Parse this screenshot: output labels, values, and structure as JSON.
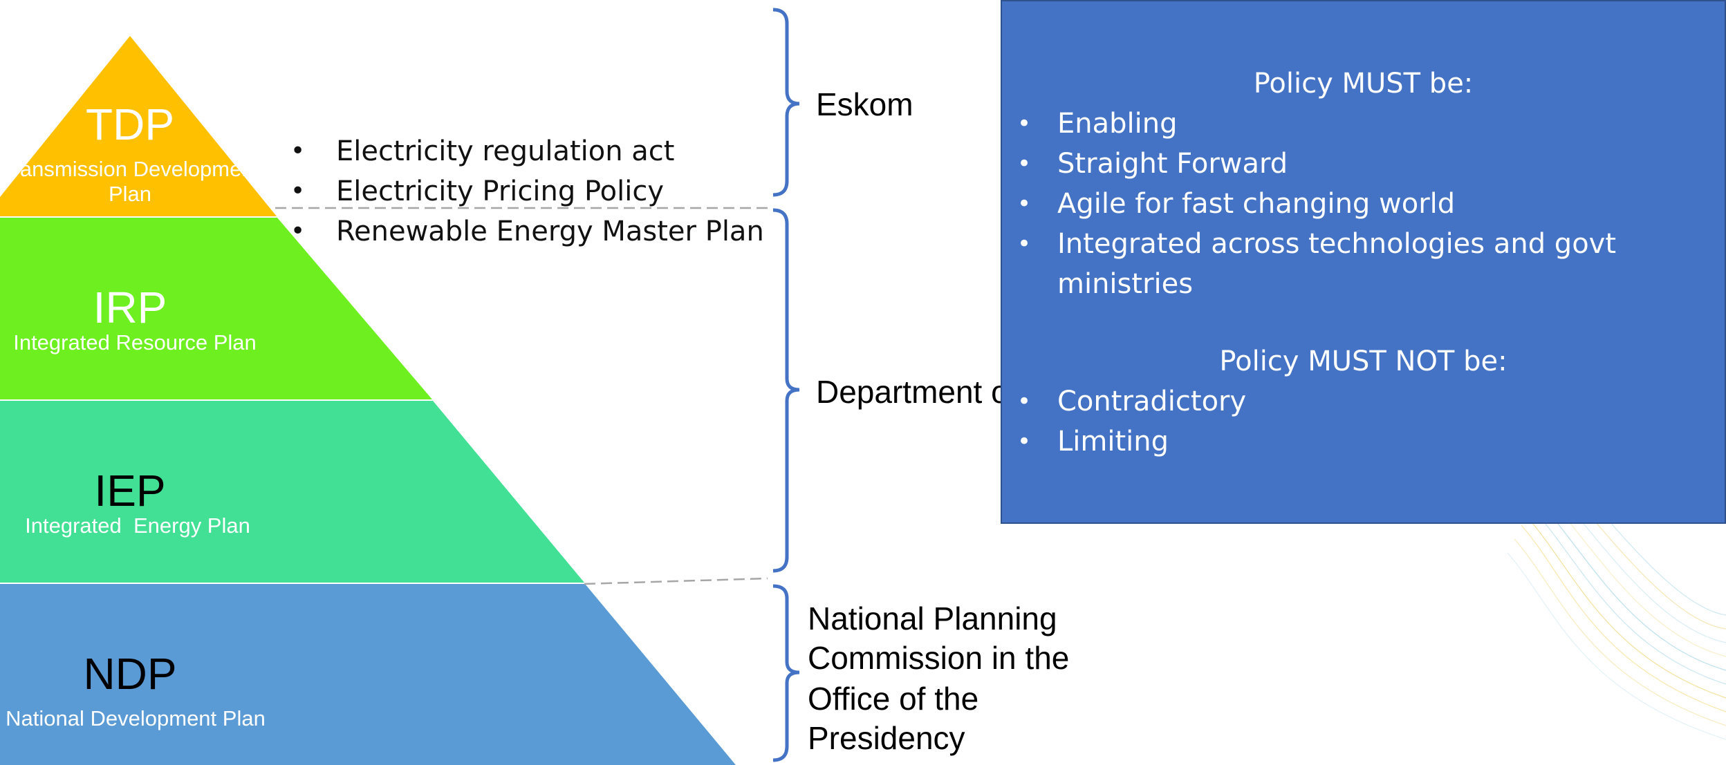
{
  "pyramid": {
    "tiers": [
      {
        "abbr": "TDP",
        "name_line1": "Transmission Development",
        "name_line2": "Plan",
        "color": "#ffc000"
      },
      {
        "abbr": "IRP",
        "name": "Integrated Resource Plan",
        "color": "#6ef020"
      },
      {
        "abbr": "IEP",
        "name": "Integrated  Energy Plan",
        "color": "#41e095"
      },
      {
        "abbr": "NDP",
        "name": "National Development Plan",
        "color": "#5b9bd5"
      }
    ]
  },
  "policies": [
    "Electricity regulation act",
    "Electricity Pricing Policy",
    "Renewable Energy Master Plan"
  ],
  "owners": {
    "eskom": "Eskom",
    "department": "Department of Energy",
    "npc_lines": [
      "National Planning",
      "Commission in the",
      "Office of the",
      "Presidency"
    ]
  },
  "policy_box": {
    "must_heading": "Policy MUST be:",
    "must_items": [
      "Enabling",
      "Straight Forward",
      "Agile for fast changing world",
      "Integrated across technologies and govt ministries"
    ],
    "must_not_heading": "Policy MUST NOT be:",
    "must_not_items": [
      "Contradictory",
      "Limiting"
    ],
    "color": "#4472c4"
  },
  "colors": {
    "brace": "#4472c4",
    "divider": "#a6a6a6"
  }
}
